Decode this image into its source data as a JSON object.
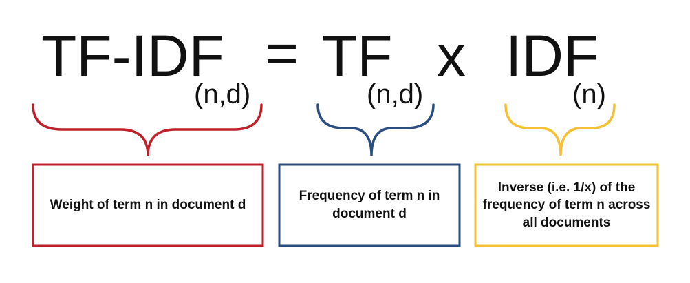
{
  "formula": {
    "lhs": "TF-IDF",
    "lhs_sub": "(n,d)",
    "equals": "=",
    "tf": "TF",
    "tf_sub": "(n,d)",
    "times": "x",
    "idf": "IDF",
    "idf_sub": "(n)"
  },
  "boxes": [
    {
      "text": "Weight of term n in document d",
      "color": "#c0202a"
    },
    {
      "text": "Frequency of term n in document d",
      "color": "#2c4d80"
    },
    {
      "text": "Inverse (i.e. 1/x) of the frequency of term n across all documents",
      "color": "#f5c033"
    }
  ],
  "colors": {
    "red": "#c0202a",
    "blue": "#2c4d80",
    "yellow": "#f5c033",
    "text": "#111111"
  }
}
